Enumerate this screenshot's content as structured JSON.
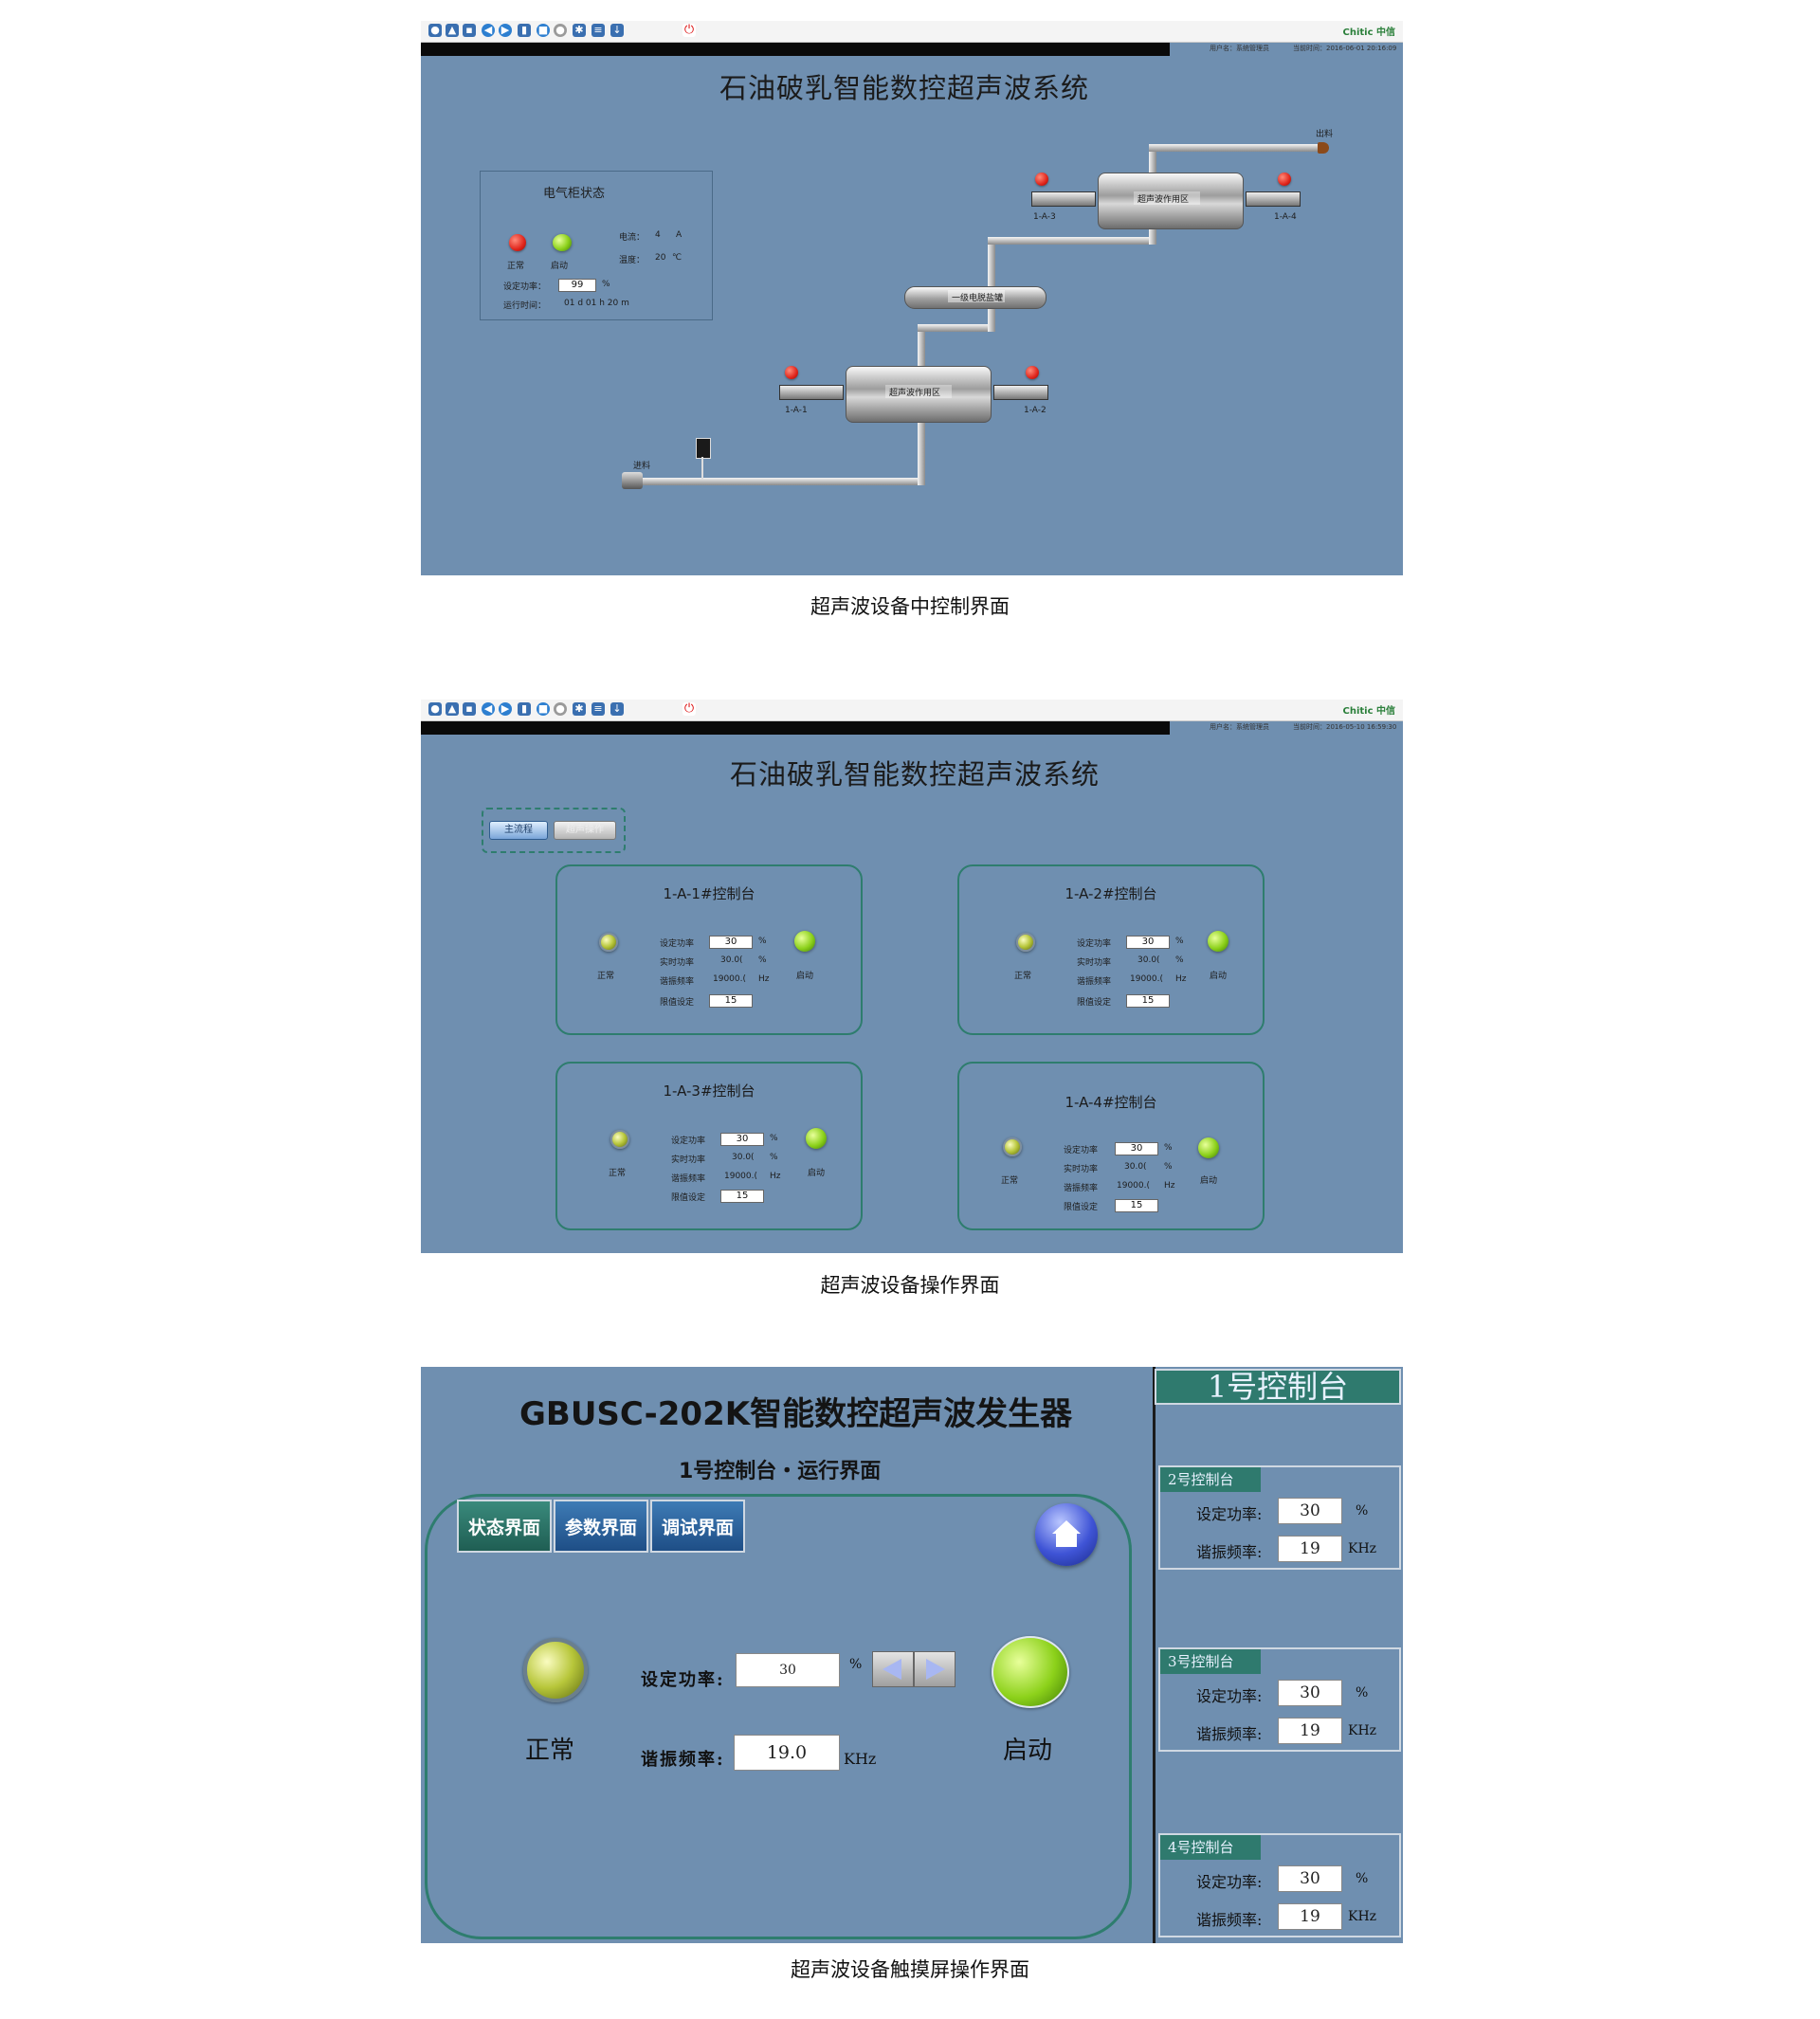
{
  "panel1": {
    "title": "石油破乳智能数控超声波系统",
    "brand": "Chitic 中信",
    "user_label": "用户名：系统管理员",
    "time_label": "当前时间：2016-06-01 20:16:09",
    "cabinet": {
      "title": "电气柜状态",
      "current_label": "电流：",
      "current_value": "4",
      "current_unit": "A",
      "temp_label": "温度：",
      "temp_value": "20",
      "temp_unit": "℃",
      "normal_label": "正常",
      "start_label": "启动",
      "power_label": "设定功率：",
      "power_value": "99",
      "power_unit": "%",
      "runtime_label": "运行时间：",
      "runtime_value": "01 d 01 h 20 m"
    },
    "diagram": {
      "outlet_label": "出料",
      "inlet_label": "进料",
      "reactor_label": "超声波作用区",
      "tank_label": "一级电脱盐罐",
      "unit_1a1": "1-A-1",
      "unit_1a2": "1-A-2",
      "unit_1a3": "1-A-3",
      "unit_1a4": "1-A-4"
    },
    "caption": "超声波设备中控制界面"
  },
  "panel2": {
    "title": "石油破乳智能数控超声波系统",
    "brand": "Chitic 中信",
    "user_label": "用户名：系统管理员",
    "time_label": "当前时间：2016-05-10 16:59:30",
    "nav_main": "主流程",
    "nav_other": "超声操作",
    "consoles": [
      {
        "title": "1-A-1#控制台",
        "power_label": "设定功率",
        "power_value": "30",
        "power_unit": "%",
        "real_label": "实时功率",
        "real_value": "30.0(",
        "real_unit": "%",
        "freq_label": "谐振频率",
        "freq_value": "19000.(",
        "freq_unit": "Hz",
        "limit_label": "限值设定",
        "limit_value": "15",
        "normal_label": "正常",
        "start_label": "启动"
      },
      {
        "title": "1-A-2#控制台",
        "power_label": "设定功率",
        "power_value": "30",
        "power_unit": "%",
        "real_label": "实时功率",
        "real_value": "30.0(",
        "real_unit": "%",
        "freq_label": "谐振频率",
        "freq_value": "19000.(",
        "freq_unit": "Hz",
        "limit_label": "限值设定",
        "limit_value": "15",
        "normal_label": "正常",
        "start_label": "启动"
      },
      {
        "title": "1-A-3#控制台",
        "power_label": "设定功率",
        "power_value": "30",
        "power_unit": "%",
        "real_label": "实时功率",
        "real_value": "30.0(",
        "real_unit": "%",
        "freq_label": "谐振频率",
        "freq_value": "19000.(",
        "freq_unit": "Hz",
        "limit_label": "限值设定",
        "limit_value": "15",
        "normal_label": "正常",
        "start_label": "启动"
      },
      {
        "title": "1-A-4#控制台",
        "power_label": "设定功率",
        "power_value": "30",
        "power_unit": "%",
        "real_label": "实时功率",
        "real_value": "30.0(",
        "real_unit": "%",
        "freq_label": "谐振频率",
        "freq_value": "19000.(",
        "freq_unit": "Hz",
        "limit_label": "限值设定",
        "limit_value": "15",
        "normal_label": "正常",
        "start_label": "启动"
      }
    ],
    "caption": "超声波设备操作界面"
  },
  "panel3": {
    "title": "GBUSC-202K智能数控超声波发生器",
    "subtitle": "1号控制台・运行界面",
    "tab_status": "状态界面",
    "tab_params": "参数界面",
    "tab_debug": "调试界面",
    "home_icon": "house-icon",
    "normal_label": "正常",
    "start_label": "启动",
    "power_label": "设定功率:",
    "power_value": "30",
    "power_unit": "%",
    "freq_label": "谐振频率:",
    "freq_value": "19.0",
    "freq_unit": "KHz",
    "side_title": "1号控制台",
    "side": [
      {
        "head": "2号控制台",
        "power_label": "设定功率:",
        "power_value": "30",
        "power_unit": "%",
        "freq_label": "谐振频率:",
        "freq_value": "19",
        "freq_unit": "KHz"
      },
      {
        "head": "3号控制台",
        "power_label": "设定功率:",
        "power_value": "30",
        "power_unit": "%",
        "freq_label": "谐振频率:",
        "freq_value": "19",
        "freq_unit": "KHz"
      },
      {
        "head": "4号控制台",
        "power_label": "设定功率:",
        "power_value": "30",
        "power_unit": "%",
        "freq_label": "谐振频率:",
        "freq_value": "19",
        "freq_unit": "KHz"
      }
    ],
    "caption": "超声波设备触摸屏操作界面"
  }
}
